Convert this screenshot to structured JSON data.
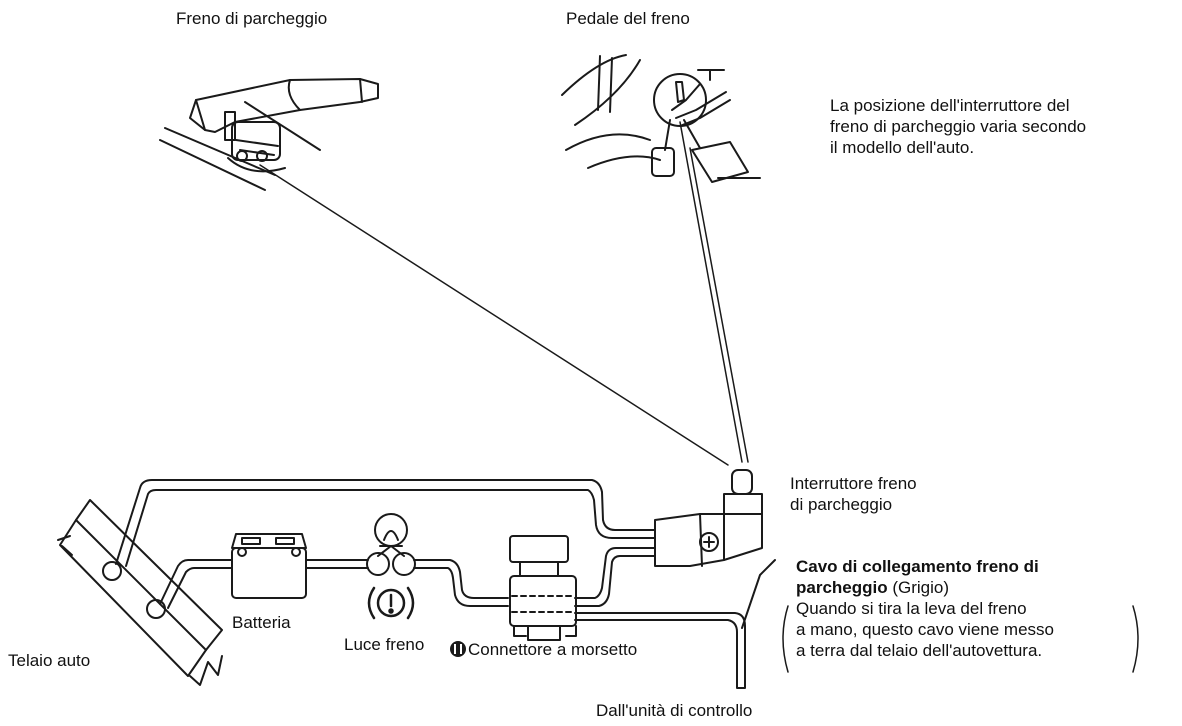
{
  "labels": {
    "parking_brake": "Freno di parcheggio",
    "brake_pedal": "Pedale del freno",
    "note_line1": "La posizione dell'interruttore del",
    "note_line2": "freno di parcheggio varia secondo",
    "note_line3": "il modello dell'auto.",
    "switch_line1": "Interruttore freno",
    "switch_line2": "di parcheggio",
    "cable_title_line1": "Cavo di collegamento freno di",
    "cable_title_line2": "parcheggio",
    "cable_color": " (Grigio)",
    "cable_note_line1": "Quando si tira la leva del freno",
    "cable_note_line2": "a mano, questo cavo viene messo",
    "cable_note_line3": "a terra dal telaio dell'autovettura.",
    "chassis": "Telaio auto",
    "battery": "Batteria",
    "brake_light": "Luce freno",
    "clamp_connector": "Connettore a morsetto",
    "control_unit": "Dall'unità di controllo"
  },
  "colors": {
    "line": "#1a1a1a",
    "background": "#ffffff"
  }
}
